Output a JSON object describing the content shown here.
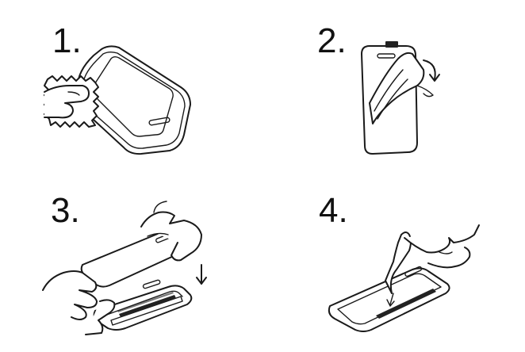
{
  "steps": [
    {
      "number": "1.",
      "illustration": "wipe-screen"
    },
    {
      "number": "2.",
      "illustration": "peel-film"
    },
    {
      "number": "3.",
      "illustration": "align-protector"
    },
    {
      "number": "4.",
      "illustration": "press-bubbles-out"
    }
  ],
  "colors": {
    "line": "#1a1a1a",
    "background": "#ffffff"
  }
}
